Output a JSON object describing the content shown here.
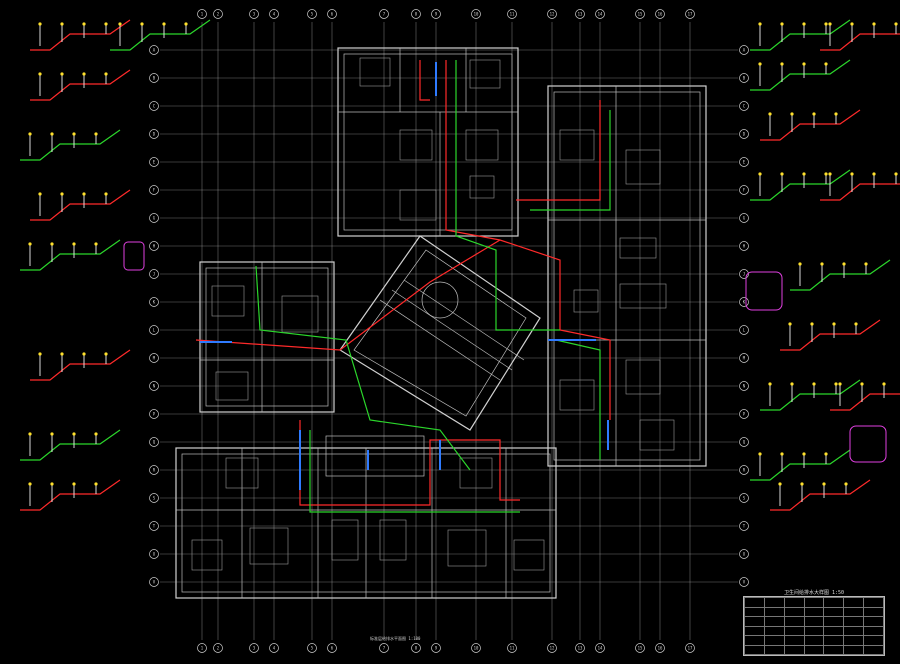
{
  "drawing": {
    "background": "#000000",
    "colors": {
      "wall": "#d0d0d0",
      "supply_pipe": "#ff2a2a",
      "drain_pipe": "#2bd62b",
      "riser": "#2f7bff",
      "label": "#ffe12a",
      "revision_cloud": "#e040e0"
    },
    "grid_bubbles_top": [
      "1",
      "2",
      "3",
      "4",
      "5",
      "6",
      "7",
      "8",
      "9",
      "10",
      "11",
      "12",
      "13",
      "14",
      "15",
      "16",
      "17"
    ],
    "grid_bubbles_left": [
      "A",
      "B",
      "C",
      "D",
      "E",
      "F",
      "G",
      "H",
      "J",
      "K",
      "L",
      "M",
      "N",
      "P",
      "Q",
      "R",
      "S",
      "T",
      "U",
      "V"
    ],
    "legend": {
      "title": "卫生间给排水大样图  1:50",
      "rows": [
        [
          "",
          "",
          "",
          "",
          "",
          "",
          ""
        ],
        [
          "",
          "",
          "",
          "",
          "",
          "",
          ""
        ],
        [
          "",
          "",
          "",
          "",
          "",
          "",
          ""
        ],
        [
          "",
          "",
          "",
          "",
          "",
          "",
          ""
        ],
        [
          "",
          "",
          "",
          "",
          "",
          "",
          ""
        ],
        [
          "",
          "",
          "",
          "",
          "",
          "",
          ""
        ]
      ]
    },
    "bottom_title": "标准层给排水平面图  1:100"
  }
}
